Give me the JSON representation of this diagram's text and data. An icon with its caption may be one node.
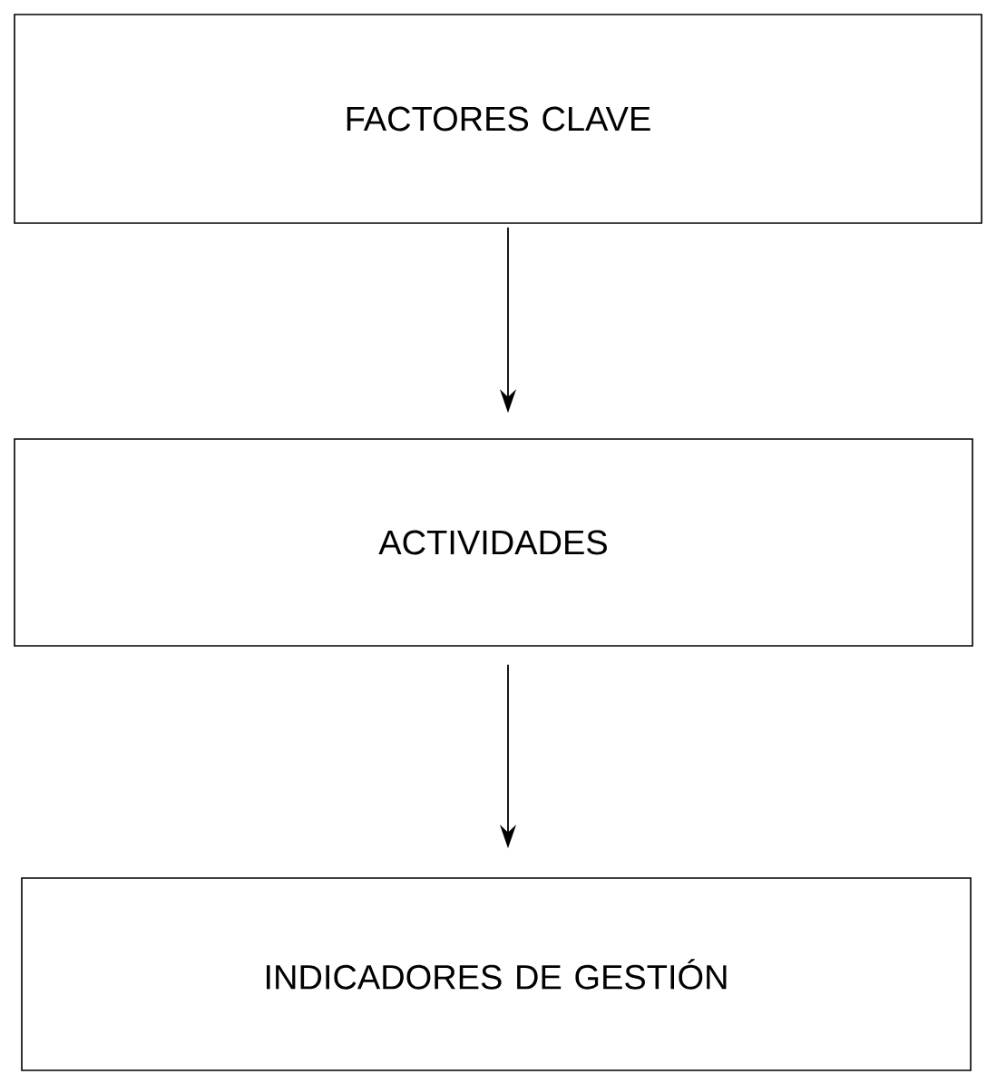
{
  "diagram": {
    "nodes": [
      {
        "text": [
          "FACTORES CLAVE"
        ]
      },
      {
        "text": [
          "ACTIVIDADES"
        ]
      },
      {
        "text": [
          "INDICADORES DE GESTIÓN"
        ]
      }
    ],
    "edges": [
      {
        "from": 0,
        "to": 1,
        "arrow": "to"
      },
      {
        "from": 1,
        "to": 2,
        "arrow": "to"
      }
    ]
  }
}
